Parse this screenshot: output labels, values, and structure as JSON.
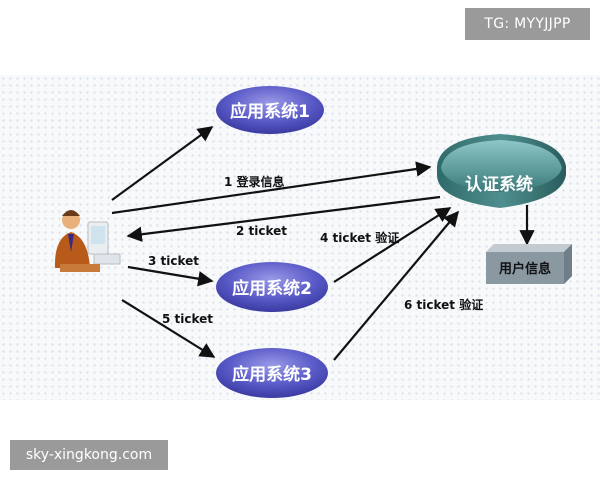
{
  "watermark_top": "TG: MYYJJPP",
  "watermark_bottom": "sky-xingkong.com",
  "nodes": {
    "app1": "应用系统1",
    "app2": "应用系统2",
    "app3": "应用系统3",
    "auth": "认证系统",
    "user_info": "用户信息"
  },
  "edges": {
    "e1": "1 登录信息",
    "e2": "2 ticket",
    "e3": "3 ticket",
    "e4": "4 ticket 验证",
    "e5": "5 ticket",
    "e6": "6 ticket 验证"
  },
  "colors": {
    "app_node": "#5a5ac8",
    "auth_node": "#3f7f7f",
    "user_info_box": "#7f8f9a",
    "arrow": "#111111"
  }
}
